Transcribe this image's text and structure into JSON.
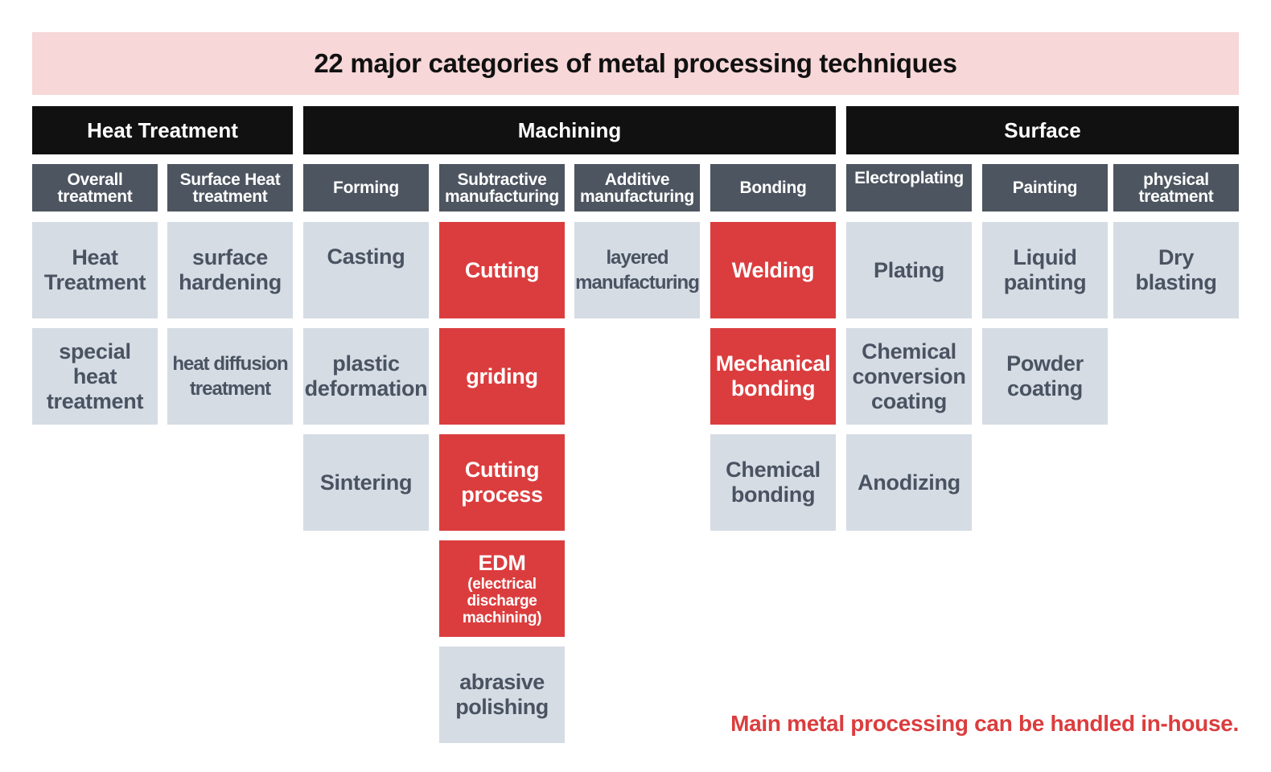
{
  "title": "22 major categories of metal processing techniques",
  "colors": {
    "title_band": "#F7D7D8",
    "group_header": "#111111",
    "subcategory_header": "#4D5560",
    "technique_default": "#D5DCE4",
    "technique_in_house": "#DB3D3E",
    "text_dark": "#4A5361",
    "footer_note": "#DB3D3E"
  },
  "groups": [
    {
      "label": "Heat Treatment"
    },
    {
      "label": "Machining"
    },
    {
      "label": "Surface"
    }
  ],
  "columns": [
    {
      "group": "Heat Treatment",
      "label": "Overall treatment",
      "items": [
        {
          "label": "Heat Treatment",
          "in_house": false
        },
        {
          "label": "special heat treatment",
          "in_house": false
        }
      ]
    },
    {
      "group": "Heat Treatment",
      "label": "Surface Heat treatment",
      "items": [
        {
          "label": "surface hardening",
          "in_house": false
        },
        {
          "label": "heat diffusion treatment",
          "in_house": false
        }
      ]
    },
    {
      "group": "Machining",
      "label": "Forming",
      "items": [
        {
          "label": "Casting",
          "in_house": false
        },
        {
          "label": "plastic deformation",
          "in_house": false
        },
        {
          "label": "Sintering",
          "in_house": false
        }
      ]
    },
    {
      "group": "Machining",
      "label": "Subtractive manufacturing",
      "items": [
        {
          "label": "Cutting",
          "in_house": true
        },
        {
          "label": "griding",
          "in_house": true
        },
        {
          "label": "Cutting process",
          "in_house": true
        },
        {
          "label": "EDM",
          "note": "(electrical discharge machining)",
          "in_house": true
        },
        {
          "label": "abrasive polishing",
          "in_house": false
        }
      ]
    },
    {
      "group": "Machining",
      "label": "Additive manufacturing",
      "items": [
        {
          "label": "layered manufacturing",
          "in_house": false
        }
      ]
    },
    {
      "group": "Machining",
      "label": "Bonding",
      "items": [
        {
          "label": "Welding",
          "in_house": true
        },
        {
          "label": "Mechanical bonding",
          "in_house": true
        },
        {
          "label": "Chemical bonding",
          "in_house": false
        }
      ]
    },
    {
      "group": "Surface",
      "label": "Electroplating",
      "items": [
        {
          "label": "Plating",
          "in_house": false
        },
        {
          "label": "Chemical conversion coating",
          "in_house": false
        },
        {
          "label": "Anodizing",
          "in_house": false
        }
      ]
    },
    {
      "group": "Surface",
      "label": "Painting",
      "items": [
        {
          "label": "Liquid painting",
          "in_house": false
        },
        {
          "label": "Powder coating",
          "in_house": false
        }
      ]
    },
    {
      "group": "Surface",
      "label": "physical treatment",
      "items": [
        {
          "label": "Dry blasting",
          "in_house": false
        }
      ]
    }
  ],
  "footer_note": "Main metal processing can be handled in-house."
}
